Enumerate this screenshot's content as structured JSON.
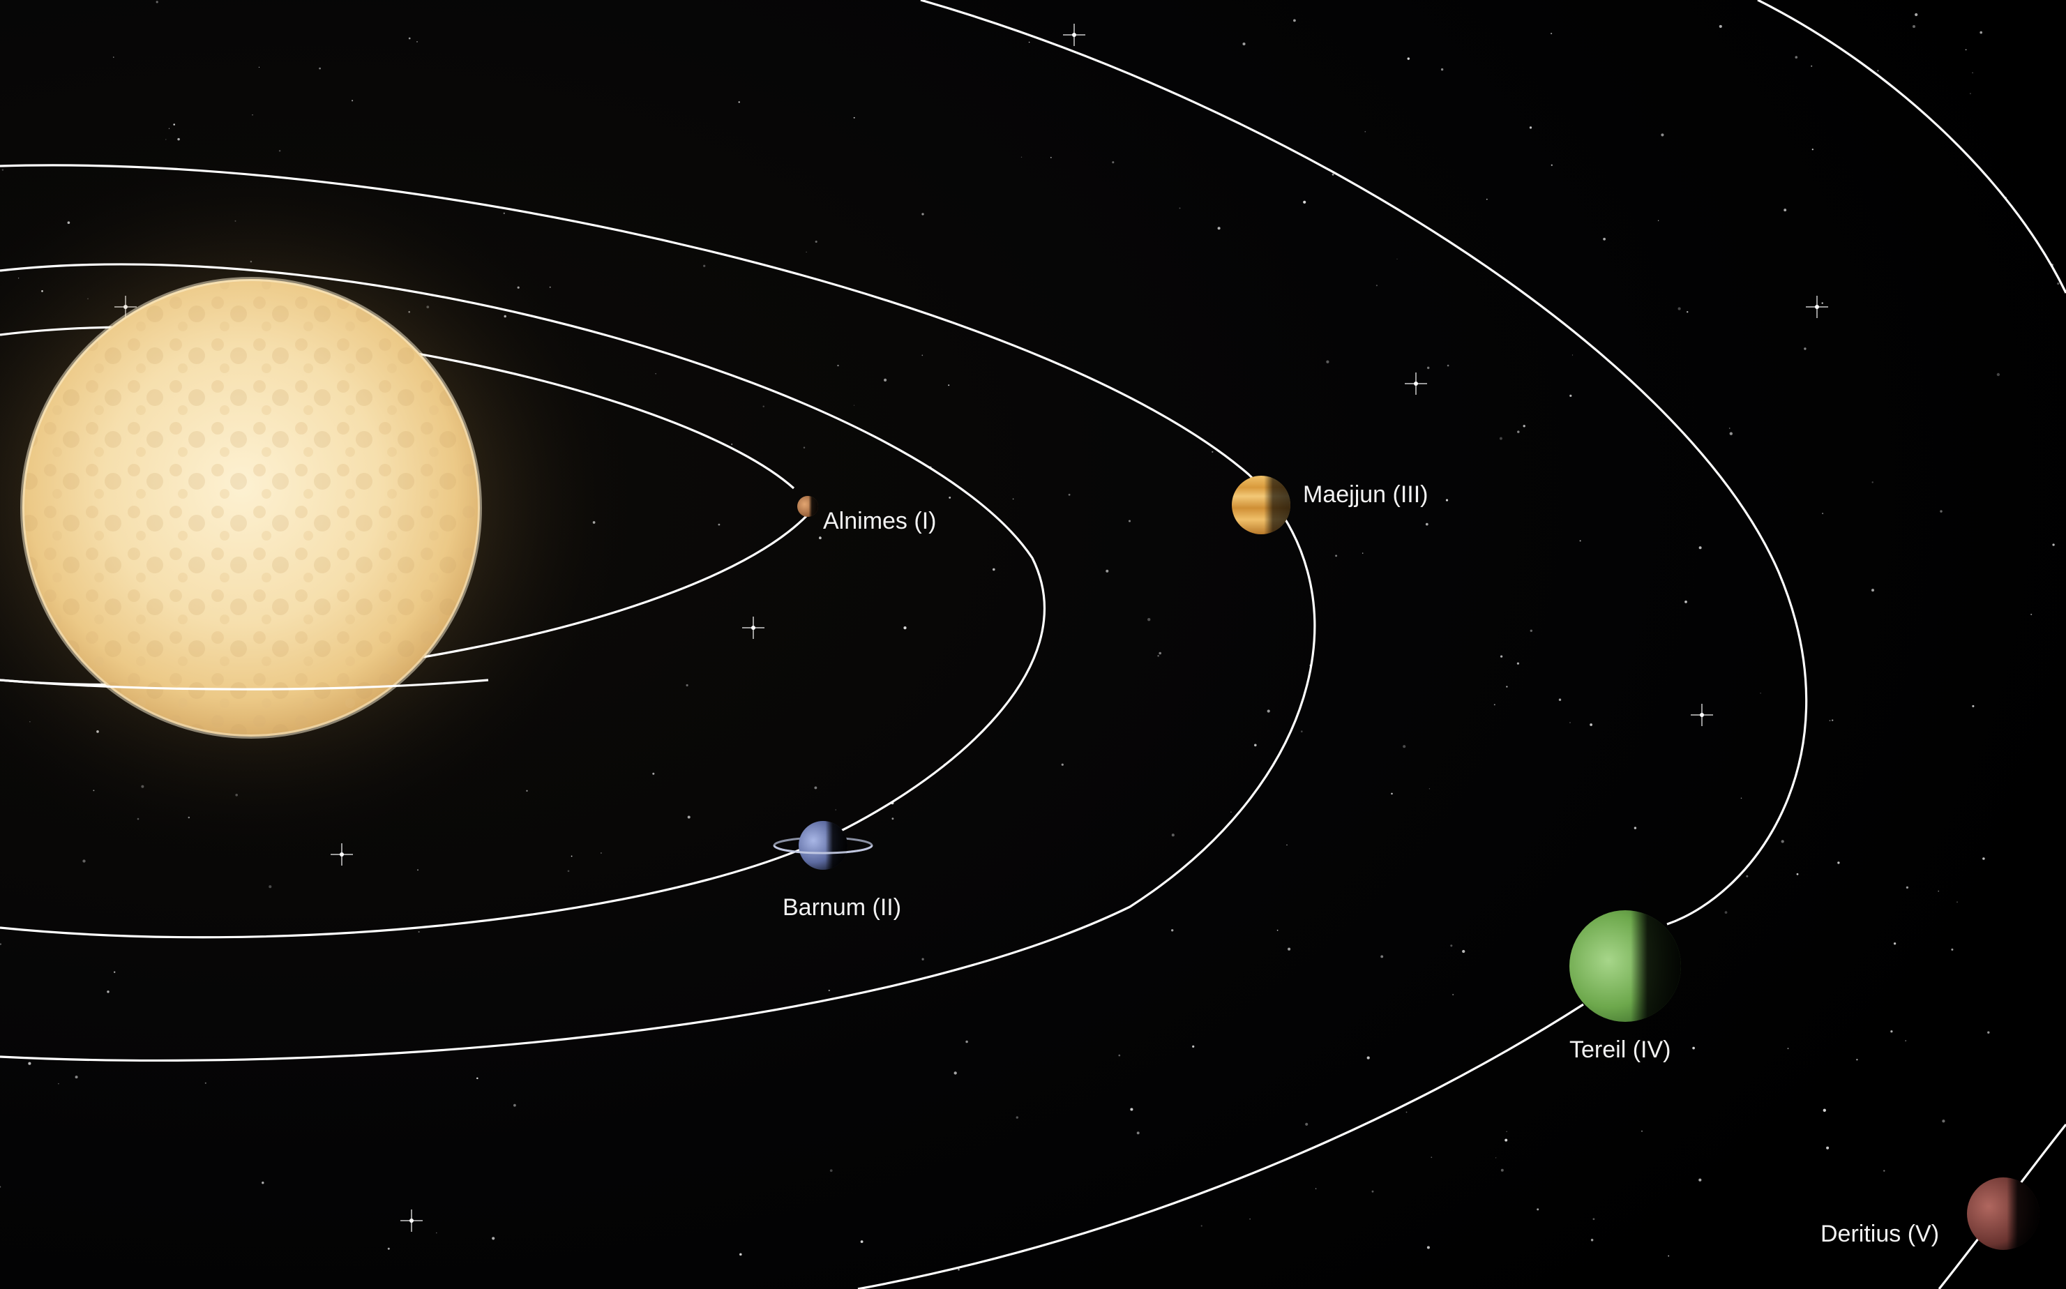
{
  "colors": {
    "background": "#020204",
    "orbit_line": "#ffffff",
    "label_text": "#f2f2f2",
    "star_core": "#f8e2b4",
    "star_glow": "#f4d08a"
  },
  "star": {
    "name": "",
    "icon": "sun-icon"
  },
  "planets": [
    {
      "id": "alnimes",
      "label": "Alnimes (I)",
      "color": "#c98a52",
      "icon": "rocky-planet-icon"
    },
    {
      "id": "barnum",
      "label": "Barnum (II)",
      "color": "#6f7fb8",
      "icon": "ringed-planet-icon"
    },
    {
      "id": "maejjun",
      "label": "Maejjun (III)",
      "color": "#e2a94a",
      "icon": "gas-giant-icon"
    },
    {
      "id": "tereil",
      "label": "Tereil (IV)",
      "color": "#7cbf5a",
      "icon": "terrestrial-planet-icon"
    },
    {
      "id": "deritius",
      "label": "Deritius (V)",
      "color": "#8a4a45",
      "icon": "rocky-planet-icon"
    }
  ]
}
